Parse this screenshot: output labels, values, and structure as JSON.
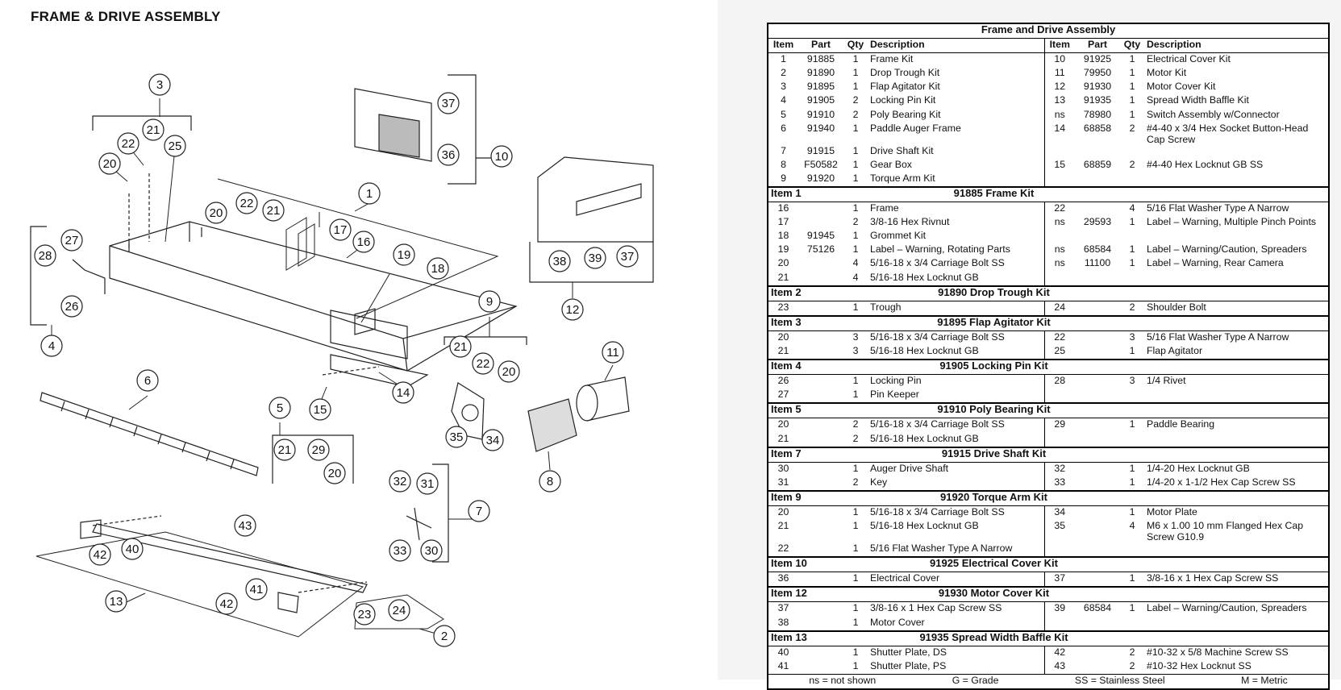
{
  "page_title": "FRAME & DRIVE ASSEMBLY",
  "table": {
    "title": "Frame and Drive Assembly",
    "headers": [
      "Item",
      "Part",
      "Qty",
      "Description",
      "Item",
      "Part",
      "Qty",
      "Description"
    ],
    "main_rows": [
      [
        "1",
        "91885",
        "1",
        "Frame Kit",
        "10",
        "91925",
        "1",
        "Electrical Cover Kit"
      ],
      [
        "2",
        "91890",
        "1",
        "Drop Trough Kit",
        "11",
        "79950",
        "1",
        "Motor Kit"
      ],
      [
        "3",
        "91895",
        "1",
        "Flap Agitator Kit",
        "12",
        "91930",
        "1",
        "Motor Cover Kit"
      ],
      [
        "4",
        "91905",
        "2",
        "Locking Pin Kit",
        "13",
        "91935",
        "1",
        "Spread Width Baffle Kit"
      ],
      [
        "5",
        "91910",
        "2",
        "Poly Bearing Kit",
        "ns",
        "78980",
        "1",
        "Switch Assembly w/Connector"
      ],
      [
        "6",
        "91940",
        "1",
        "Paddle Auger Frame",
        "14",
        "68858",
        "2",
        "#4-40 x 3/4 Hex Socket Button-Head Cap Screw"
      ],
      [
        "7",
        "91915",
        "1",
        "Drive Shaft Kit",
        "",
        "",
        "",
        ""
      ],
      [
        "8",
        "F50582",
        "1",
        "Gear Box",
        "15",
        "68859",
        "2",
        "#4-40 Hex Locknut GB SS"
      ],
      [
        "9",
        "91920",
        "1",
        "Torque Arm Kit",
        "",
        "",
        "",
        ""
      ]
    ],
    "sections": [
      {
        "item": "Item 1",
        "name": "91885  Frame Kit",
        "rows": [
          [
            "16",
            "",
            "1",
            "Frame",
            "22",
            "",
            "4",
            "5/16 Flat Washer Type A Narrow"
          ],
          [
            "17",
            "",
            "2",
            "3/8-16 Hex Rivnut",
            "ns",
            "29593",
            "1",
            "Label – Warning, Multiple Pinch Points"
          ],
          [
            "18",
            "91945",
            "1",
            "Grommet Kit",
            "",
            "",
            "",
            ""
          ],
          [
            "19",
            "75126",
            "1",
            "Label – Warning, Rotating Parts",
            "ns",
            "68584",
            "1",
            "Label – Warning/Caution, Spreaders"
          ],
          [
            "20",
            "",
            "4",
            "5/16-18 x 3/4 Carriage Bolt SS",
            "ns",
            "11100",
            "1",
            "Label – Warning, Rear Camera"
          ],
          [
            "21",
            "",
            "4",
            "5/16-18 Hex Locknut GB",
            "",
            "",
            "",
            ""
          ]
        ]
      },
      {
        "item": "Item 2",
        "name": "91890  Drop Trough Kit",
        "rows": [
          [
            "23",
            "",
            "1",
            "Trough",
            "24",
            "",
            "2",
            "Shoulder Bolt"
          ]
        ]
      },
      {
        "item": "Item 3",
        "name": "91895  Flap Agitator Kit",
        "rows": [
          [
            "20",
            "",
            "3",
            "5/16-18 x 3/4 Carriage Bolt SS",
            "22",
            "",
            "3",
            "5/16 Flat Washer Type A Narrow"
          ],
          [
            "21",
            "",
            "3",
            "5/16-18 Hex Locknut GB",
            "25",
            "",
            "1",
            "Flap Agitator"
          ]
        ]
      },
      {
        "item": "Item 4",
        "name": "91905  Locking Pin Kit",
        "rows": [
          [
            "26",
            "",
            "1",
            "Locking Pin",
            "28",
            "",
            "3",
            "1/4 Rivet"
          ],
          [
            "27",
            "",
            "1",
            "Pin Keeper",
            "",
            "",
            "",
            ""
          ]
        ]
      },
      {
        "item": "Item 5",
        "name": "91910  Poly Bearing Kit",
        "rows": [
          [
            "20",
            "",
            "2",
            "5/16-18 x 3/4 Carriage Bolt SS",
            "29",
            "",
            "1",
            "Paddle Bearing"
          ],
          [
            "21",
            "",
            "2",
            "5/16-18 Hex Locknut GB",
            "",
            "",
            "",
            ""
          ]
        ]
      },
      {
        "item": "Item 7",
        "name": "91915  Drive Shaft Kit",
        "rows": [
          [
            "30",
            "",
            "1",
            "Auger Drive Shaft",
            "32",
            "",
            "1",
            "1/4-20 Hex Locknut GB"
          ],
          [
            "31",
            "",
            "2",
            "Key",
            "33",
            "",
            "1",
            "1/4-20 x 1-1/2 Hex Cap Screw SS"
          ]
        ]
      },
      {
        "item": "Item 9",
        "name": "91920  Torque Arm Kit",
        "rows": [
          [
            "20",
            "",
            "1",
            "5/16-18 x 3/4 Carriage Bolt SS",
            "34",
            "",
            "1",
            "Motor Plate"
          ],
          [
            "21",
            "",
            "1",
            "5/16-18 Hex Locknut GB",
            "35",
            "",
            "4",
            "M6 x 1.00 10 mm Flanged Hex Cap Screw G10.9"
          ],
          [
            "22",
            "",
            "1",
            "5/16 Flat Washer Type A Narrow",
            "",
            "",
            "",
            ""
          ]
        ]
      },
      {
        "item": "Item 10",
        "name": "91925  Electrical Cover Kit",
        "rows": [
          [
            "36",
            "",
            "1",
            "Electrical Cover",
            "37",
            "",
            "1",
            "3/8-16 x 1 Hex Cap Screw SS"
          ]
        ]
      },
      {
        "item": "Item 12",
        "name": "91930  Motor Cover Kit",
        "rows": [
          [
            "37",
            "",
            "1",
            "3/8-16 x 1 Hex Cap Screw SS",
            "39",
            "68584",
            "1",
            "Label – Warning/Caution, Spreaders"
          ],
          [
            "38",
            "",
            "1",
            "Motor Cover",
            "",
            "",
            "",
            ""
          ]
        ]
      },
      {
        "item": "Item 13",
        "name": "91935  Spread Width Baffle Kit",
        "rows": [
          [
            "40",
            "",
            "1",
            "Shutter Plate, DS",
            "42",
            "",
            "2",
            "#10-32 x 5/8 Machine Screw SS"
          ],
          [
            "41",
            "",
            "1",
            "Shutter Plate, PS",
            "43",
            "",
            "2",
            "#10-32 Hex Locknut SS"
          ]
        ]
      }
    ],
    "footer": [
      "ns = not shown",
      "G = Grade",
      "SS = Stainless Steel",
      "M = Metric"
    ]
  },
  "callouts": [
    "1",
    "2",
    "3",
    "4",
    "5",
    "6",
    "7",
    "8",
    "9",
    "10",
    "11",
    "12",
    "13",
    "14",
    "15",
    "16",
    "17",
    "18",
    "19",
    "20",
    "21",
    "22",
    "23",
    "24",
    "25",
    "26",
    "27",
    "28",
    "29",
    "30",
    "31",
    "32",
    "33",
    "34",
    "35",
    "36",
    "37",
    "38",
    "39",
    "40",
    "41",
    "42",
    "43"
  ]
}
